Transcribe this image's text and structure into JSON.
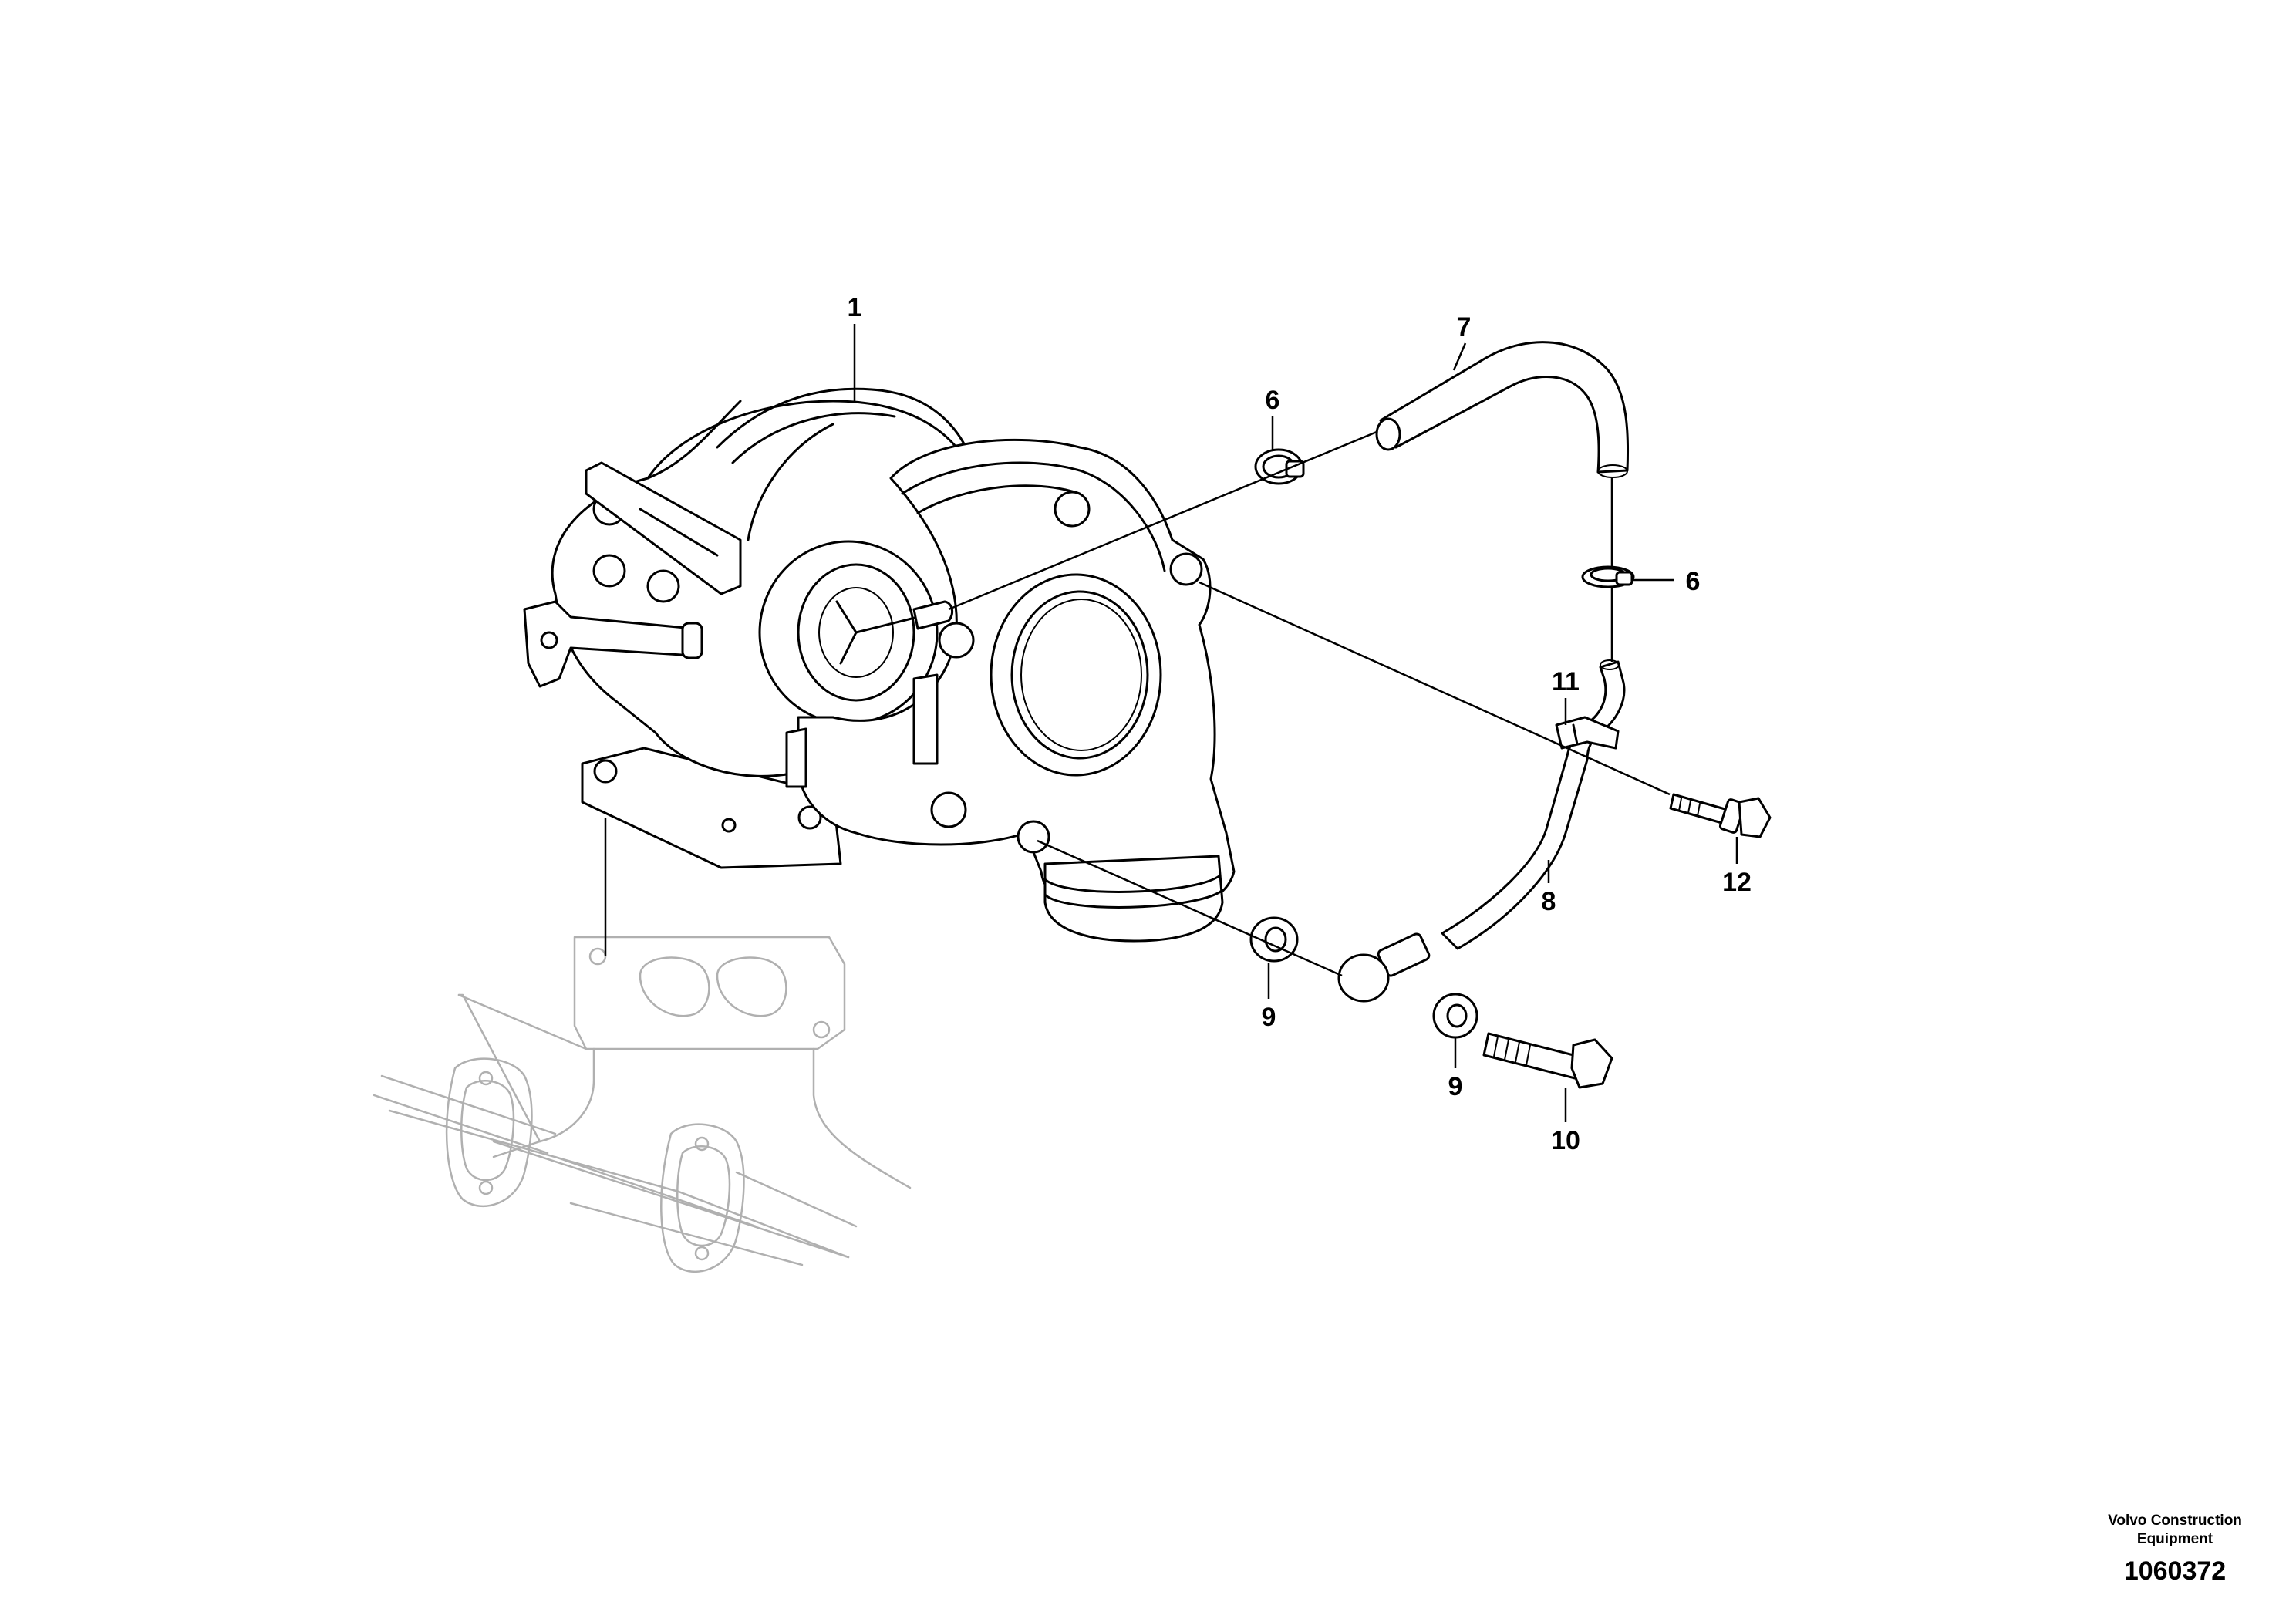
{
  "diagram": {
    "callouts": [
      {
        "id": "c1",
        "label": "1"
      },
      {
        "id": "c6a",
        "label": "6"
      },
      {
        "id": "c7",
        "label": "7"
      },
      {
        "id": "c6b",
        "label": "6"
      },
      {
        "id": "c11",
        "label": "11"
      },
      {
        "id": "c12",
        "label": "12"
      },
      {
        "id": "c8",
        "label": "8"
      },
      {
        "id": "c9a",
        "label": "9"
      },
      {
        "id": "c9b",
        "label": "9"
      },
      {
        "id": "c10",
        "label": "10"
      }
    ]
  },
  "footer": {
    "company_line1": "Volvo Construction",
    "company_line2": "Equipment",
    "drawing_number": "1060372"
  }
}
